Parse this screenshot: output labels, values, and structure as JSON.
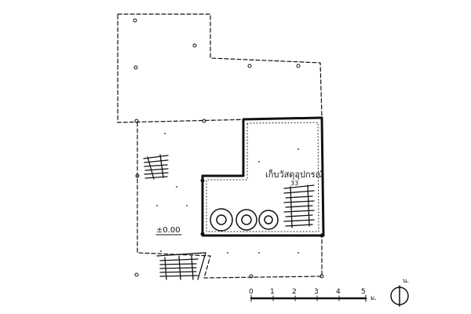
{
  "drawing": {
    "room_label": "เก็บวัสดุอุปกรณ์",
    "room_label_suffix": "33",
    "elevation_label": "±0.00",
    "scale": {
      "ticks": [
        "0",
        "1",
        "2",
        "3",
        "4",
        "5"
      ],
      "unit": "ม."
    },
    "north_label": "น."
  }
}
